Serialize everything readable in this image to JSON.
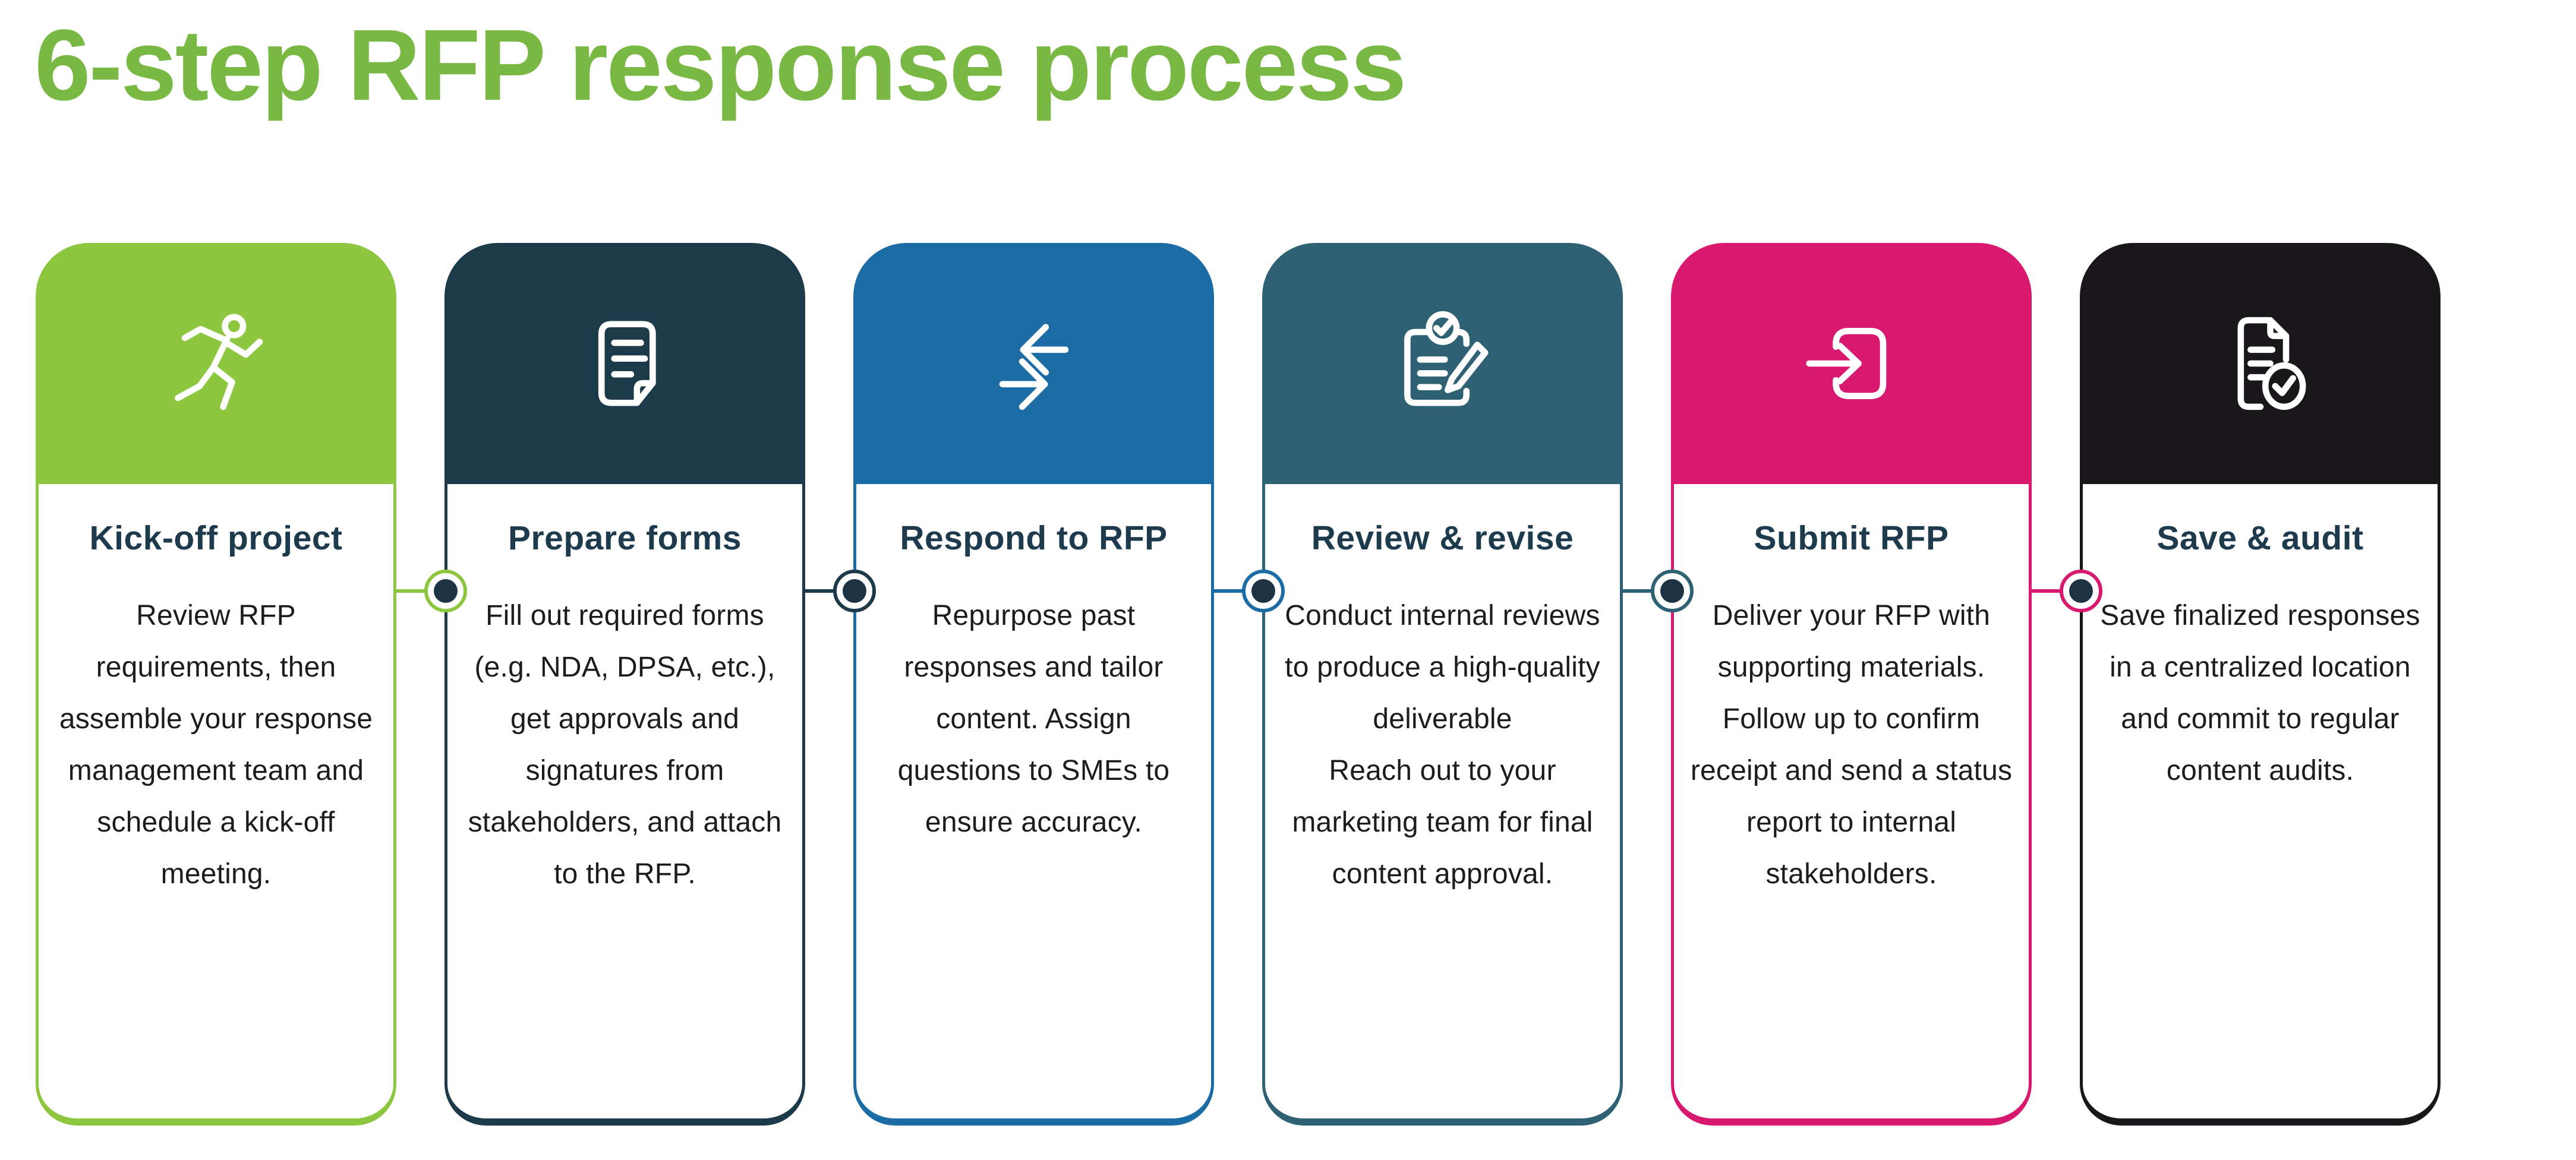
{
  "page": {
    "title": "6-step RFP response process",
    "title_color": "#79B943",
    "background": "#ffffff"
  },
  "text_colors": {
    "card_title": "#1E3B4E",
    "card_body": "#1C1C1C"
  },
  "connector": {
    "inner_dot_color": "#1D3344"
  },
  "steps": [
    {
      "title": "Kick-off project",
      "body": "Review RFP requirements, then assemble your response management team and schedule a kick-off meeting.",
      "color": "#8DC63F",
      "icon": "runner-icon"
    },
    {
      "title": "Prepare forms",
      "body": "Fill out required forms (e.g. NDA, DPSA, etc.), get approvals and signatures from stakeholders, and attach to the RFP.",
      "color": "#1D3A4A",
      "icon": "document-icon"
    },
    {
      "title": "Respond to RFP",
      "body": "Repurpose past responses and tailor content. Assign questions to SMEs to ensure accuracy.",
      "color": "#1B6CA5",
      "icon": "transfer-arrows-icon"
    },
    {
      "title": "Review & revise",
      "body": "Conduct internal reviews to produce a high-quality deliverable\nReach out to your marketing team for final content approval.",
      "color": "#2E6173",
      "icon": "review-checklist-icon"
    },
    {
      "title": "Submit RFP",
      "body": "Deliver your RFP with supporting materials. Follow up to confirm receipt and send a status report to internal stakeholders.",
      "color": "#D9186F",
      "icon": "submit-arrow-icon"
    },
    {
      "title": "Save & audit",
      "body": "Save finalized responses in a centralized location and commit to regular content audits.",
      "color": "#1A171B",
      "icon": "document-check-icon"
    }
  ]
}
